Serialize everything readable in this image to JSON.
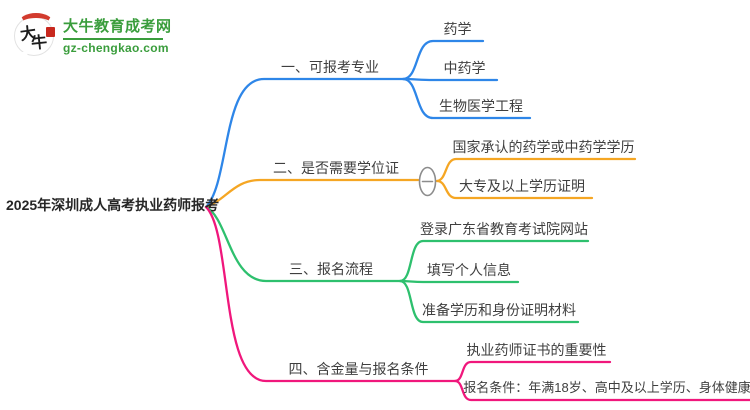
{
  "logo": {
    "icon_char_1": "大",
    "icon_char_2": "牛",
    "title": "大牛教育成考网",
    "subtitle": "gz-chengkao.com"
  },
  "mindmap": {
    "root": "2025年深圳成人高考执业药师报考",
    "branches": [
      {
        "label": "一、可报考专业",
        "color": "#2e86e8",
        "children": [
          "药学",
          "中药学",
          "生物医学工程"
        ]
      },
      {
        "label": "二、是否需要学位证",
        "color": "#f5a623",
        "collapse_icon": "minus",
        "children": [
          "国家承认的药学或中药学学历",
          "大专及以上学历证明"
        ]
      },
      {
        "label": "三、报名流程",
        "color": "#2ec06e",
        "children": [
          "登录广东省教育考试院网站",
          "填写个人信息",
          "准备学历和身份证明材料"
        ]
      },
      {
        "label": "四、含金量与报名条件",
        "color": "#f0177c",
        "children": [
          "执业药师证书的重要性",
          "报名条件：年满18岁、高中及以上学历、身体健康"
        ]
      }
    ]
  },
  "colors": {
    "branch_blue": "#2e86e8",
    "branch_orange": "#f5a623",
    "branch_green": "#2ec06e",
    "branch_pink": "#f0177c",
    "brand_green": "#3a9d3c",
    "collapse_gray": "#8c8c8c",
    "text": "#3f3f3f"
  }
}
